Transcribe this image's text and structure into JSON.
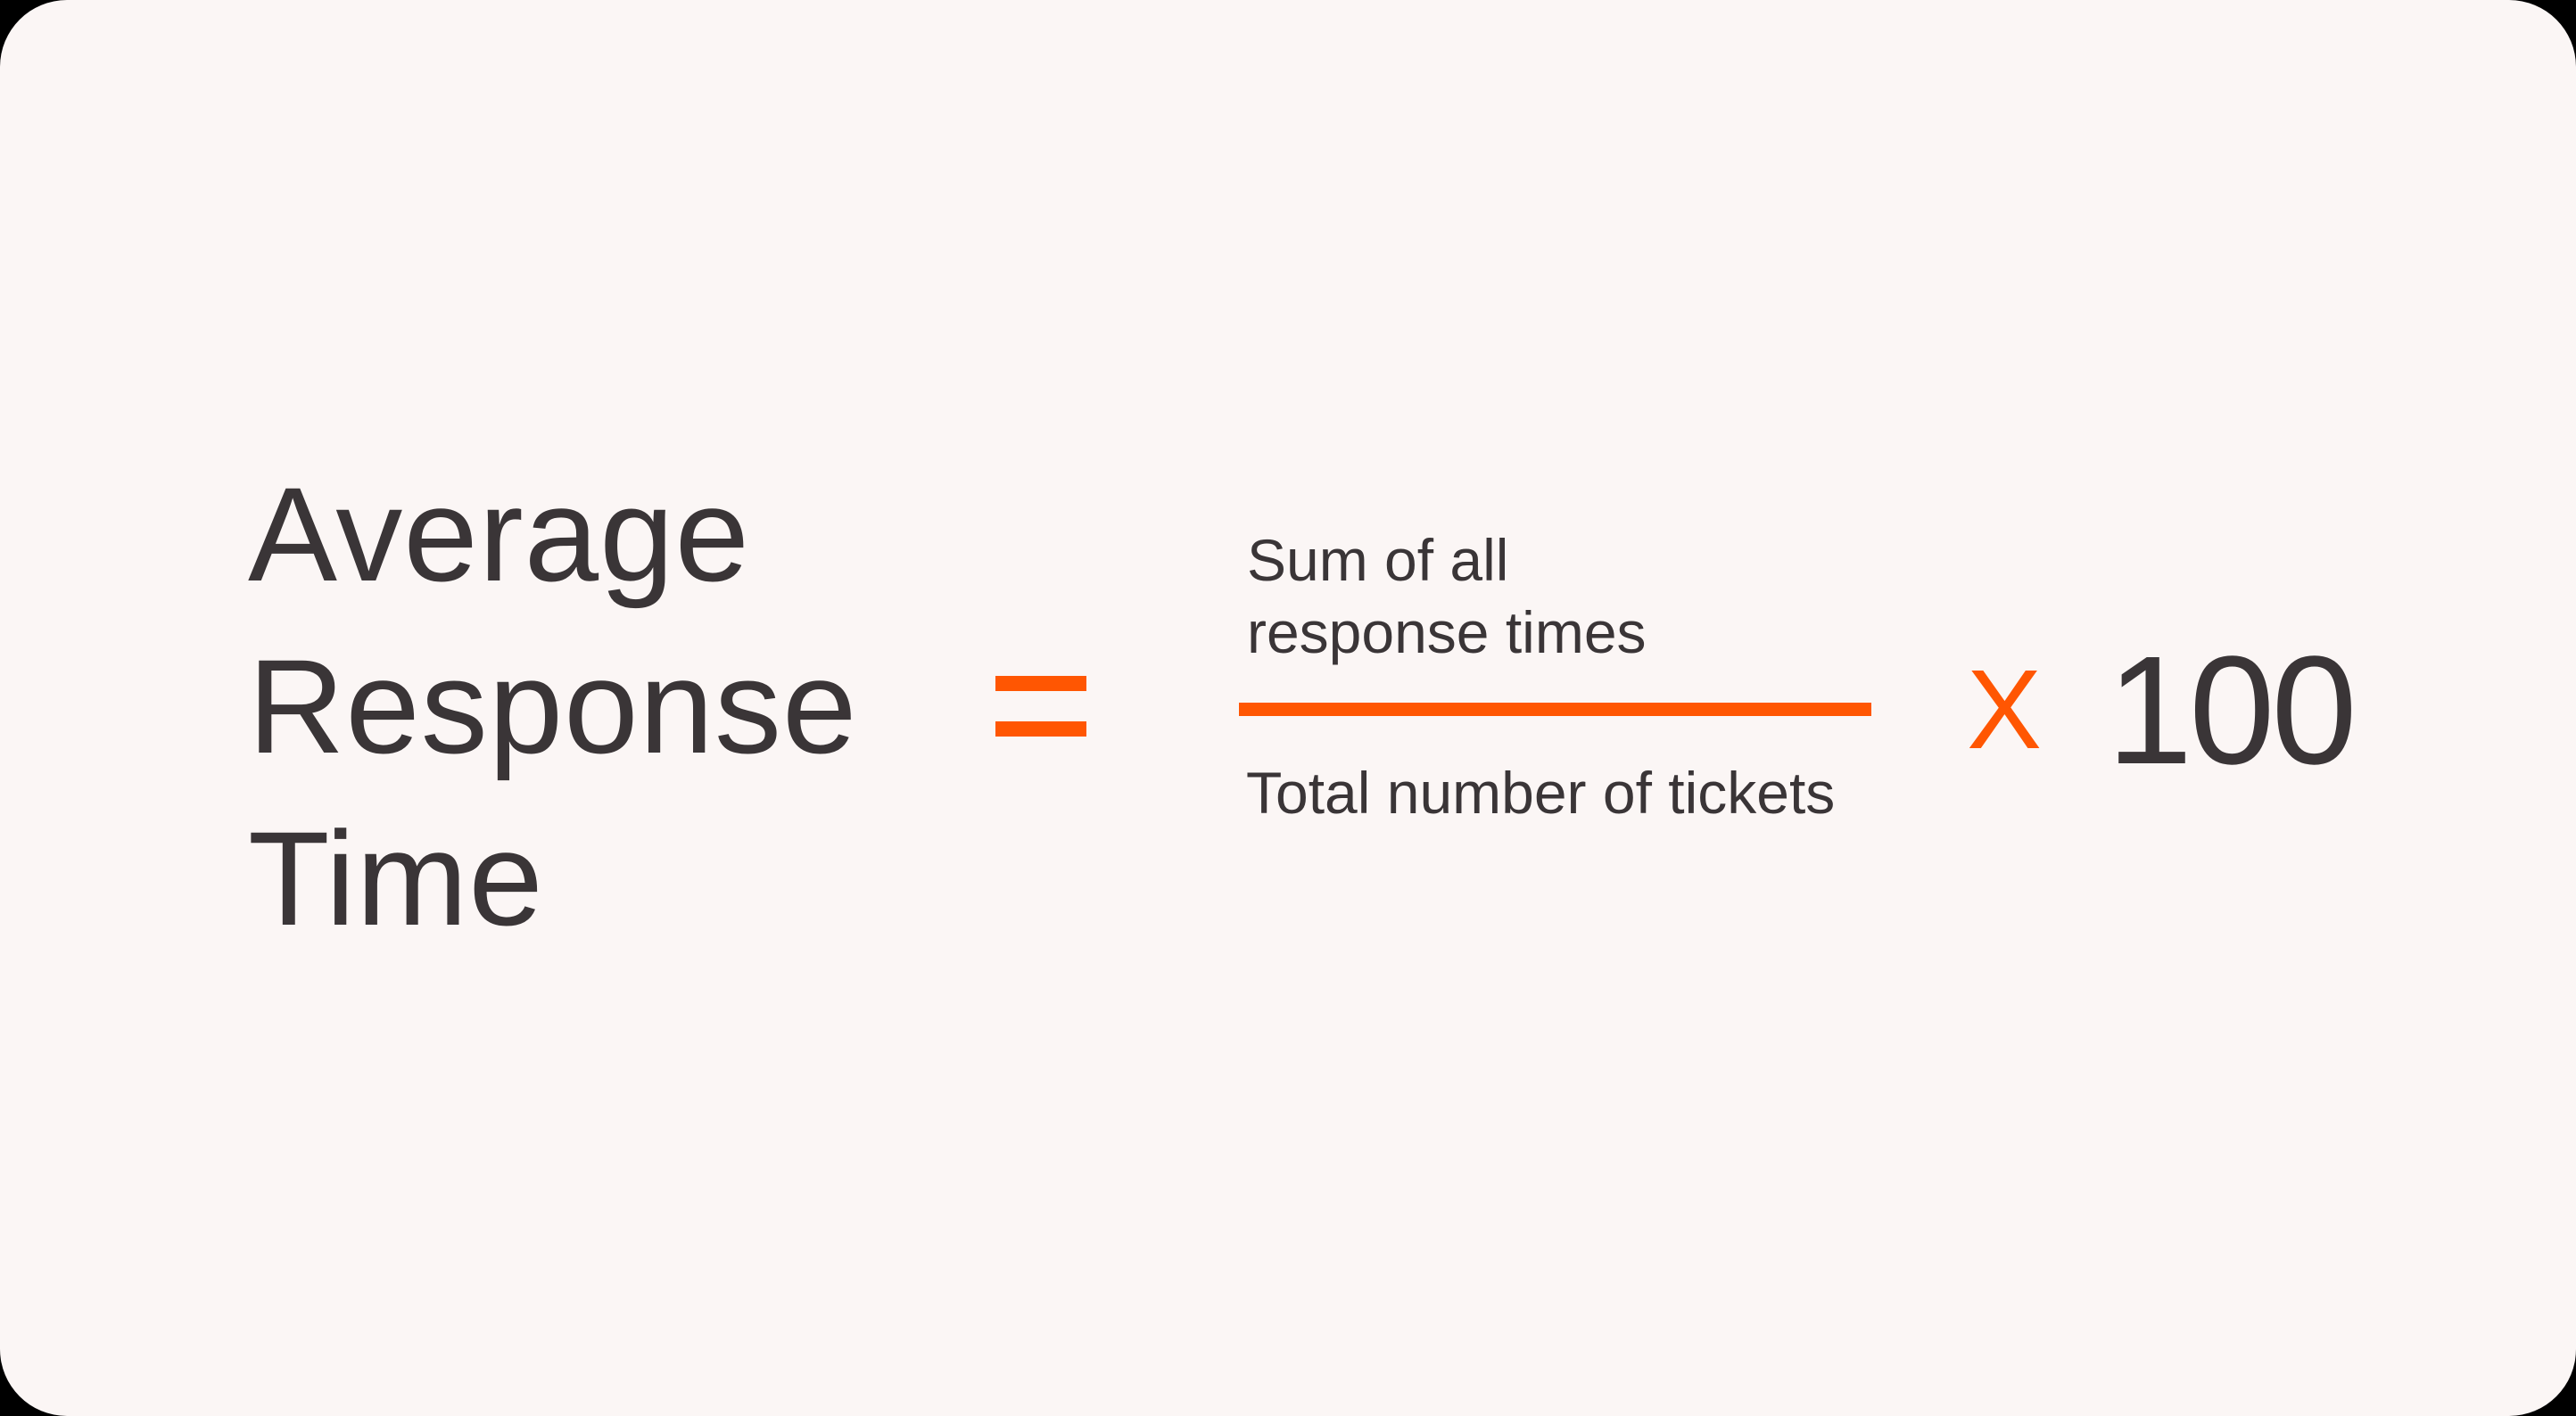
{
  "formula": {
    "title": "Average\nResponse\nTime",
    "equals_label": "=",
    "numerator": "Sum of all\nresponse times",
    "denominator": "Total number of tickets",
    "multiply_sign": "X",
    "multiplier": "100"
  },
  "colors": {
    "accent_orange": "#FF5602",
    "text_dark": "#3A3537",
    "card_background": "#FBF6F5",
    "outer_background": "#000000"
  }
}
